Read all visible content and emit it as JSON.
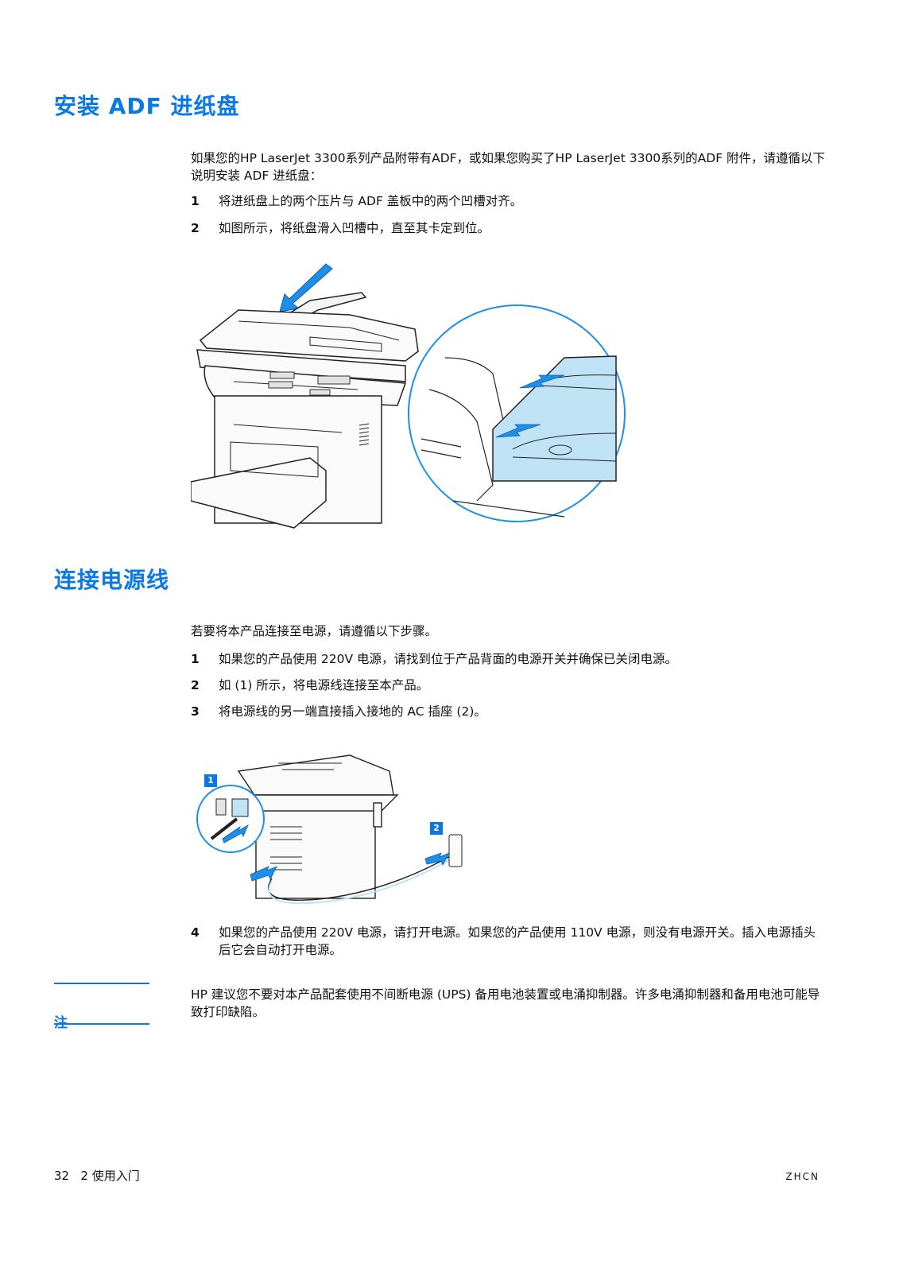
{
  "section1": {
    "title": "安装 ADF 进纸盘",
    "intro": "如果您的HP LaserJet 3300系列产品附带有ADF，或如果您购买了HP LaserJet 3300系列的ADF 附件，请遵循以下说明安装 ADF 进纸盘：",
    "steps": [
      {
        "num": "1",
        "text": "将进纸盘上的两个压片与 ADF 盖板中的两个凹槽对齐。"
      },
      {
        "num": "2",
        "text": "如图所示，将纸盘滑入凹槽中，直至其卡定到位。"
      }
    ]
  },
  "section2": {
    "title": "连接电源线",
    "intro": "若要将本产品连接至电源，请遵循以下步骤。",
    "steps": [
      {
        "num": "1",
        "text": "如果您的产品使用 220V 电源，请找到位于产品背面的电源开关并确保已关闭电源。"
      },
      {
        "num": "2",
        "text": "如 (1) 所示，将电源线连接至本产品。"
      },
      {
        "num": "3",
        "text": "将电源线的另一端直接插入接地的 AC 插座 (2)。"
      },
      {
        "num": "4",
        "text": "如果您的产品使用 220V 电源，请打开电源。如果您的产品使用 110V 电源，则没有电源开关。插入电源插头后它会自动打开电源。"
      }
    ],
    "callouts": [
      "1",
      "2"
    ]
  },
  "note": {
    "label": "注",
    "text": "HP 建议您不要对本产品配套使用不间断电源 (UPS) 备用电池装置或电涌抑制器。许多电涌抑制器和备用电池可能导致打印缺陷。"
  },
  "footer": {
    "left": "32   2 使用入门",
    "right": "ZHCN"
  },
  "colors": {
    "accent": "#0a78e6",
    "light_blue": "#bfe3f5"
  }
}
